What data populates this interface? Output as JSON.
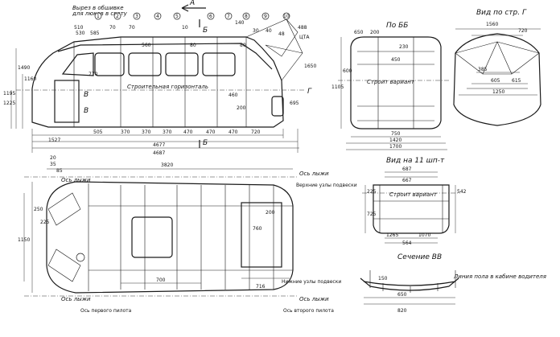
{
  "views": {
    "side": {
      "callouts": [
        "Вырез в обшивке",
        "для люков в свету"
      ],
      "section_b_left": "Б",
      "section_b_bottom": "Б",
      "label_a": "А",
      "label_g": "Г",
      "label_cta": "ЦТА",
      "label_v": "В",
      "label_v2": "В",
      "center_text": "Строительная горизонталь",
      "dims_top": [
        "510",
        "530",
        "585",
        "70",
        "560",
        "10",
        "80",
        "140",
        "30",
        "40",
        "80",
        "48",
        "70",
        "488"
      ],
      "dims_bottom": [
        "505",
        "370",
        "370",
        "370",
        "470",
        "470",
        "470",
        "720"
      ],
      "overall": [
        "1527",
        "4677",
        "4687"
      ],
      "heights": [
        "1195",
        "1225",
        "1490",
        "1160",
        "1650",
        "695",
        "770",
        "460",
        "200"
      ],
      "circles": [
        "1",
        "2",
        "3",
        "4",
        "5",
        "6",
        "7",
        "8",
        "9",
        "10"
      ]
    },
    "section_bb": {
      "title": "По ББ",
      "center_text": "Строит вариант",
      "dims": [
        "650",
        "200",
        "230",
        "450",
        "600",
        "1105",
        "750",
        "1420",
        "1700"
      ]
    },
    "view_g": {
      "title": "Вид по стр. Г",
      "dims": [
        "1560",
        "720",
        "385",
        "605",
        "615",
        "1250"
      ]
    },
    "plan": {
      "ski_axis_top_left": "Ось лыжи",
      "ski_axis_top_right": "Ось лыжи",
      "ski_axis_bottom_left": "Ось лыжи",
      "ski_axis_bottom_right": "Ось лыжи",
      "upper_mounts": "Верхние узлы подвески",
      "lower_mounts": "Нижние узлы подвески",
      "front_pilot": "Ось первого пилота",
      "rear_pilot": "Ось второго пилота",
      "dims": [
        "3820",
        "700",
        "716",
        "760",
        "1150",
        "250",
        "225",
        "200",
        "85",
        "35",
        "20"
      ]
    },
    "view_1": {
      "title": "Вид на 11 шп-т",
      "center_text": "Строит вариант",
      "dims": [
        "687",
        "667",
        "225",
        "542",
        "725",
        "564",
        "1265",
        "1070"
      ]
    },
    "section_vv": {
      "title": "Сечение ВВ",
      "label": "Линия пола в кабине водителя",
      "dims": [
        "650",
        "820",
        "150"
      ]
    }
  },
  "arrow_label": "А"
}
